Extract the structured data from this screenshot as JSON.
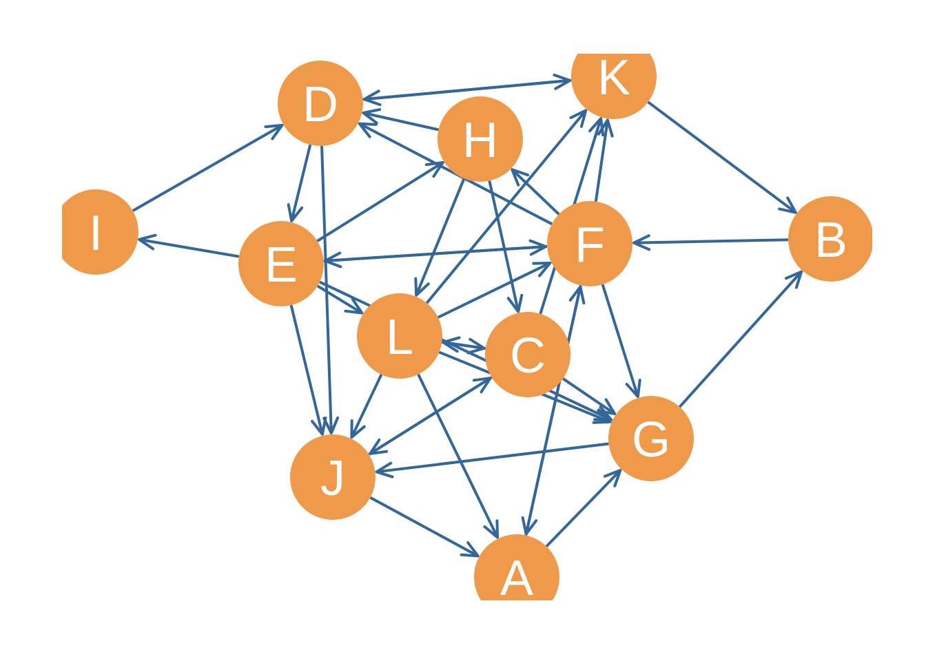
{
  "graph": {
    "node_color": "#EE9A4A",
    "edge_color": "#336699",
    "label_color": "#FFFFFF",
    "nodes": [
      {
        "id": "A",
        "label": "A"
      },
      {
        "id": "B",
        "label": "B"
      },
      {
        "id": "C",
        "label": "C"
      },
      {
        "id": "D",
        "label": "D"
      },
      {
        "id": "E",
        "label": "E"
      },
      {
        "id": "F",
        "label": "F"
      },
      {
        "id": "G",
        "label": "G"
      },
      {
        "id": "H",
        "label": "H"
      },
      {
        "id": "I",
        "label": "I"
      },
      {
        "id": "J",
        "label": "J"
      },
      {
        "id": "K",
        "label": "K"
      },
      {
        "id": "L",
        "label": "L"
      }
    ],
    "edges": [
      {
        "from": "K",
        "to": "D"
      },
      {
        "from": "H",
        "to": "D"
      },
      {
        "from": "D",
        "to": "K"
      },
      {
        "from": "I",
        "to": "D"
      },
      {
        "from": "D",
        "to": "E"
      },
      {
        "from": "D",
        "to": "J"
      },
      {
        "from": "F",
        "to": "D"
      },
      {
        "from": "K",
        "to": "B"
      },
      {
        "from": "B",
        "to": "F"
      },
      {
        "from": "G",
        "to": "B"
      },
      {
        "from": "E",
        "to": "I"
      },
      {
        "from": "E",
        "to": "H"
      },
      {
        "from": "F",
        "to": "E"
      },
      {
        "from": "E",
        "to": "F"
      },
      {
        "from": "E",
        "to": "L"
      },
      {
        "from": "E",
        "to": "J"
      },
      {
        "from": "E",
        "to": "G"
      },
      {
        "from": "H",
        "to": "L"
      },
      {
        "from": "H",
        "to": "C"
      },
      {
        "from": "F",
        "to": "H"
      },
      {
        "from": "L",
        "to": "K"
      },
      {
        "from": "C",
        "to": "K"
      },
      {
        "from": "F",
        "to": "K"
      },
      {
        "from": "L",
        "to": "F"
      },
      {
        "from": "L",
        "to": "C"
      },
      {
        "from": "C",
        "to": "L"
      },
      {
        "from": "L",
        "to": "J"
      },
      {
        "from": "L",
        "to": "A"
      },
      {
        "from": "L",
        "to": "G"
      },
      {
        "from": "C",
        "to": "J"
      },
      {
        "from": "C",
        "to": "G"
      },
      {
        "from": "J",
        "to": "C"
      },
      {
        "from": "F",
        "to": "A"
      },
      {
        "from": "F",
        "to": "G"
      },
      {
        "from": "A",
        "to": "F"
      },
      {
        "from": "G",
        "to": "J"
      },
      {
        "from": "J",
        "to": "A"
      },
      {
        "from": "A",
        "to": "G"
      }
    ]
  }
}
